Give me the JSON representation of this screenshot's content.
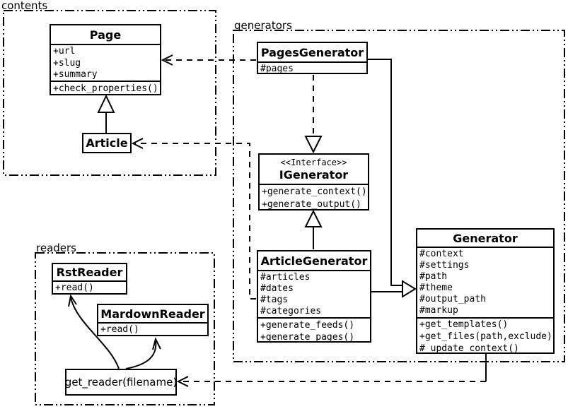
{
  "diagram": {
    "packages": {
      "contents": "contents",
      "generators": "generators",
      "readers": "readers"
    },
    "classes": {
      "page": {
        "name": "Page",
        "attributes": [
          "+url",
          "+slug",
          "+summary"
        ],
        "methods": [
          "+check_properties()"
        ]
      },
      "article": {
        "name": "Article"
      },
      "pages_generator": {
        "name": "PagesGenerator",
        "attributes": [
          "#pages"
        ]
      },
      "igenerator": {
        "stereotype": "<<Interface>>",
        "name": "IGenerator",
        "methods": [
          "+generate_context()",
          "+generate_output()"
        ]
      },
      "article_generator": {
        "name": "ArticleGenerator",
        "attributes": [
          "#articles",
          "#dates",
          "#tags",
          "#categories"
        ],
        "methods": [
          "+generate_feeds()",
          "+generate_pages()"
        ]
      },
      "generator": {
        "name": "Generator",
        "attributes": [
          "#context",
          "#settings",
          "#path",
          "#theme",
          "#output_path",
          "#markup"
        ],
        "methods": [
          "+get_templates()",
          "+get_files(path,exclude)",
          "#_update_context()"
        ]
      },
      "rst_reader": {
        "name": "RstReader",
        "methods": [
          "+read()"
        ]
      },
      "markdown_reader": {
        "name": "MardownReader",
        "methods": [
          "+read()"
        ]
      },
      "get_reader": {
        "name": "get_reader(filename)"
      }
    },
    "colors": {
      "line": "#000000",
      "background": "#ffffff"
    }
  }
}
